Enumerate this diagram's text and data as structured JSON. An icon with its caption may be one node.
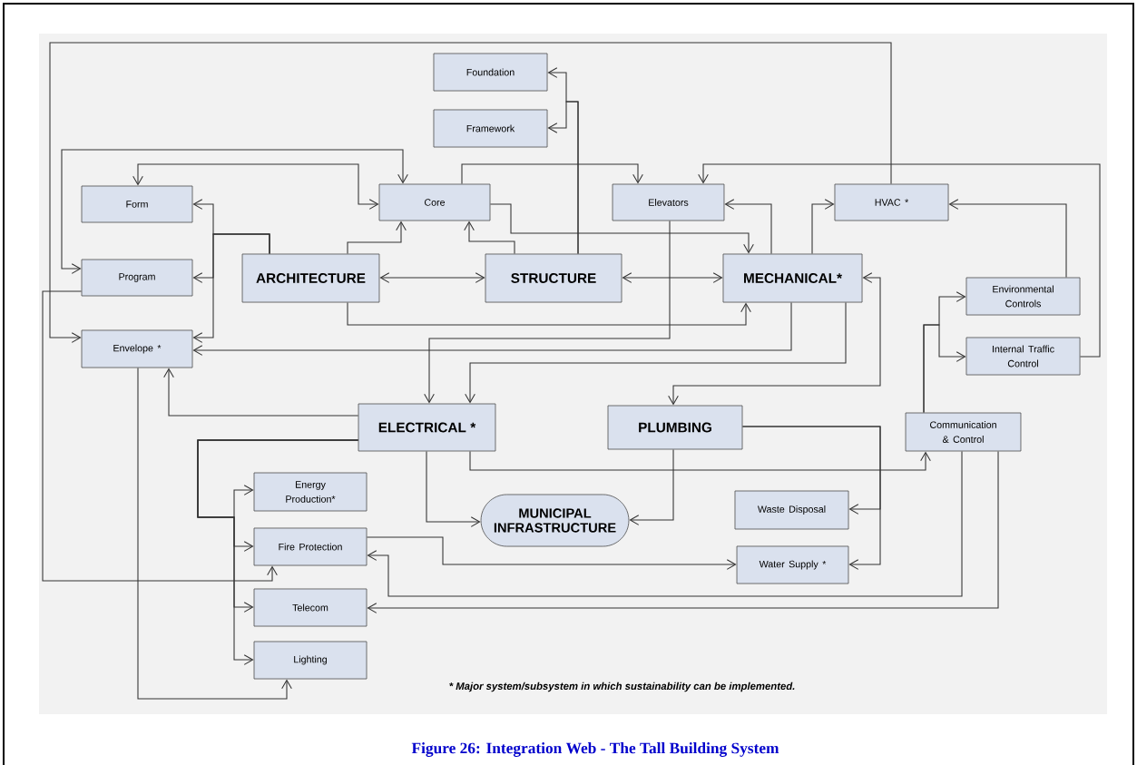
{
  "diagram": {
    "caption": "Figure 26: Integration Web - The Tall Building System",
    "nodes": [
      {
        "text": [
          "Foundation"
        ]
      },
      {
        "text": [
          "Framework"
        ]
      },
      {
        "text": [
          "Form"
        ]
      },
      {
        "text": [
          "Core"
        ]
      },
      {
        "text": [
          "Elevators"
        ]
      },
      {
        "text": [
          "HVAC *"
        ]
      },
      {
        "text": [
          "Program"
        ]
      },
      {
        "text": [
          "ARCHITECTURE"
        ]
      },
      {
        "text": [
          "STRUCTURE"
        ]
      },
      {
        "text": [
          "MECHANICAL*"
        ]
      },
      {
        "text": [
          "Environmental Controls"
        ]
      },
      {
        "text": [
          "Envelope *"
        ]
      },
      {
        "text": [
          "Internal Traffic Control"
        ]
      },
      {
        "text": [
          "ELECTRICAL *"
        ]
      },
      {
        "text": [
          "PLUMBING"
        ]
      },
      {
        "text": [
          "Communication & Control"
        ]
      },
      {
        "text": [
          "Energy Production*"
        ]
      },
      {
        "text": [
          "MUNICIPAL INFRASTRUCTURE"
        ]
      },
      {
        "text": [
          "Waste Disposal"
        ]
      },
      {
        "text": [
          "Fire Protection"
        ]
      },
      {
        "text": [
          "Water Supply *"
        ]
      },
      {
        "text": [
          "Telecom"
        ]
      },
      {
        "text": [
          "Lighting"
        ]
      }
    ],
    "edges": [
      {
        "from": 8,
        "to": 0,
        "arrow": "to"
      },
      {
        "from": 8,
        "to": 1,
        "arrow": "to"
      },
      {
        "from": 3,
        "to": 4,
        "arrow": "to"
      },
      {
        "from": 3,
        "to": 9,
        "arrow": "to"
      },
      {
        "from": 8,
        "to": 3,
        "arrow": "to"
      },
      {
        "from": 7,
        "to": 3,
        "arrow": "to"
      },
      {
        "from": 7,
        "to": 2,
        "arrow": "to"
      },
      {
        "from": 7,
        "to": 6,
        "arrow": "to"
      },
      {
        "from": 7,
        "to": 11,
        "arrow": "to"
      },
      {
        "from": 3,
        "to": 6,
        "arrow": "both"
      },
      {
        "from": 2,
        "to": 3,
        "arrow": "both"
      },
      {
        "from": 5,
        "to": 11,
        "arrow": "to"
      },
      {
        "from": 6,
        "to": 19,
        "arrow": "to"
      },
      {
        "from": 11,
        "to": 22,
        "arrow": "to"
      },
      {
        "from": 13,
        "to": 11,
        "arrow": "to"
      },
      {
        "from": 7,
        "to": 9,
        "arrow": "to"
      },
      {
        "from": 9,
        "to": 11,
        "arrow": "to"
      },
      {
        "from": 4,
        "to": 13,
        "arrow": "to"
      },
      {
        "from": 9,
        "to": 13,
        "arrow": "to"
      },
      {
        "from": 9,
        "to": 14,
        "arrow": "both"
      },
      {
        "from": 7,
        "to": 8,
        "arrow": "both"
      },
      {
        "from": 8,
        "to": 9,
        "arrow": "both"
      },
      {
        "from": 9,
        "to": 4,
        "arrow": "to"
      },
      {
        "from": 9,
        "to": 5,
        "arrow": "to"
      },
      {
        "from": 10,
        "to": 5,
        "arrow": "to"
      },
      {
        "from": 12,
        "to": 4,
        "arrow": "to"
      },
      {
        "from": 15,
        "to": 10,
        "arrow": "to"
      },
      {
        "from": 15,
        "to": 12,
        "arrow": "to"
      },
      {
        "from": 13,
        "to": 15,
        "arrow": "to"
      },
      {
        "from": 13,
        "to": 17,
        "arrow": "to"
      },
      {
        "from": 14,
        "to": 17,
        "arrow": "to"
      },
      {
        "from": 14,
        "to": 18,
        "arrow": "to"
      },
      {
        "from": 14,
        "to": 20,
        "arrow": "to"
      },
      {
        "from": 13,
        "to": 16,
        "arrow": "to"
      },
      {
        "from": 13,
        "to": 19,
        "arrow": "to"
      },
      {
        "from": 13,
        "to": 21,
        "arrow": "to"
      },
      {
        "from": 13,
        "to": 22,
        "arrow": "to"
      },
      {
        "from": 19,
        "to": 20,
        "arrow": "to"
      },
      {
        "from": 15,
        "to": 19,
        "arrow": "to"
      },
      {
        "from": 15,
        "to": 21,
        "arrow": "to"
      }
    ],
    "labels": [
      "* Major system/subsystem in which sustainability can be implemented."
    ]
  }
}
